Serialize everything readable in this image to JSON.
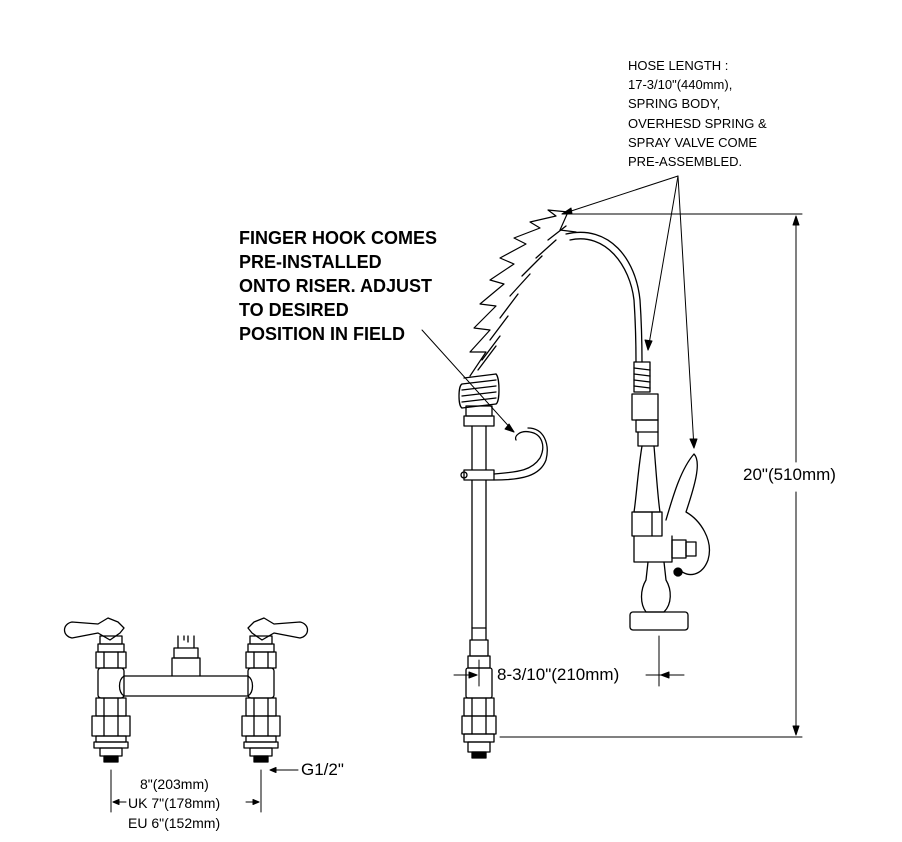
{
  "notes": {
    "hose_note": [
      "HOSE LENGTH :",
      "17-3/10\"(440mm),",
      "SPRING BODY,",
      "OVERHESD SPRING &",
      "SPRAY VALVE COME",
      "PRE-ASSEMBLED."
    ],
    "finger_hook_note": [
      "FINGER HOOK COMES",
      "PRE-INSTALLED",
      "ONTO RISER. ADJUST",
      "TO DESIRED",
      "POSITION IN FIELD"
    ]
  },
  "dimensions": {
    "height": "20\"(510mm)",
    "reach": "8-3/10\"(210mm)",
    "thread": "G1/2\"",
    "centers": [
      "8\"(203mm)",
      "UK 7\"(178mm)",
      "EU 6\"(152mm)"
    ]
  }
}
